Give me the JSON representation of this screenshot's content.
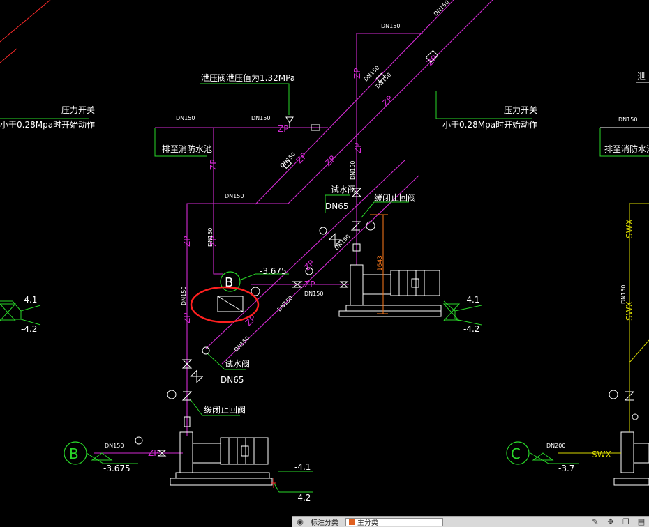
{
  "colors": {
    "background": "#000000",
    "magenta": "#d22ad2",
    "green": "#29d629",
    "white": "#ffffff",
    "yellow": "#d8d800",
    "red": "#ff2a2a",
    "orange": "#ff7a1a",
    "layer_swatch": "#e06020"
  },
  "labels": {
    "pipe_zp": "ZP",
    "pipe_swx": "SWX",
    "dn150": "DN150",
    "dn200": "DN200",
    "dn65": "DN65",
    "relief_valve_note": "泄压阀泄压值为1.32MPa",
    "pressure_switch": "压力开关",
    "pressure_switch_note": "小于0.28Mpa时开始动作",
    "pressure_switch_note_left": "小于0.28Mpa时开始动作",
    "drain_to_pool": "排至消防水池",
    "test_valve": "试水阀",
    "slow_check_valve": "缓闭止回阀",
    "marker_b": "B",
    "marker_c": "C",
    "pump_level_upper": "-3.675",
    "pump_level_lower": "-3.675",
    "pump_level_c": "-3.7",
    "level_41": "-4.1",
    "level_42": "-4.2",
    "dim_1643": "1643",
    "partial_right": "泄"
  },
  "toolbar": {
    "label": "标注分类",
    "layer": "主分类",
    "icons": [
      "binoculars-icon",
      "pen-icon",
      "move-icon",
      "copy-icon",
      "save-icon"
    ]
  }
}
